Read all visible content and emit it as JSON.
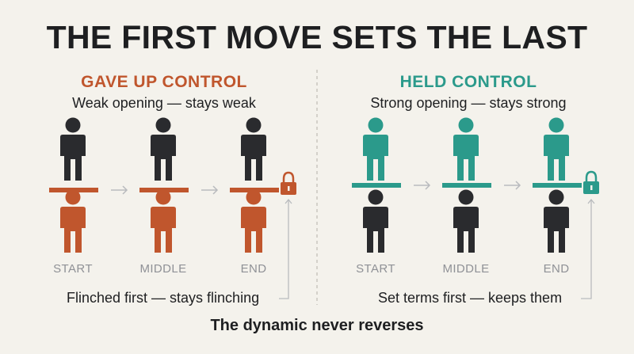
{
  "title": "THE FIRST MOVE SETS THE LAST",
  "left_panel": {
    "heading": "GAVE UP CONTROL",
    "subheading": "Weak opening — stays weak",
    "caption": "Flinched first — stays flinching",
    "stages": [
      "START",
      "MIDDLE",
      "END"
    ]
  },
  "right_panel": {
    "heading": "HELD CONTROL",
    "subheading": "Strong opening — stays strong",
    "caption": "Set terms first — keeps them",
    "stages": [
      "START",
      "MIDDLE",
      "END"
    ]
  },
  "footer": "The dynamic never reverses",
  "colors": {
    "orange": "#c0562d",
    "teal": "#2b9a8b",
    "dark": "#2a2b2e",
    "arrow": "#b9bbbe"
  },
  "icons": [
    "lock-icon",
    "arrow-right-icon",
    "person-icon"
  ]
}
